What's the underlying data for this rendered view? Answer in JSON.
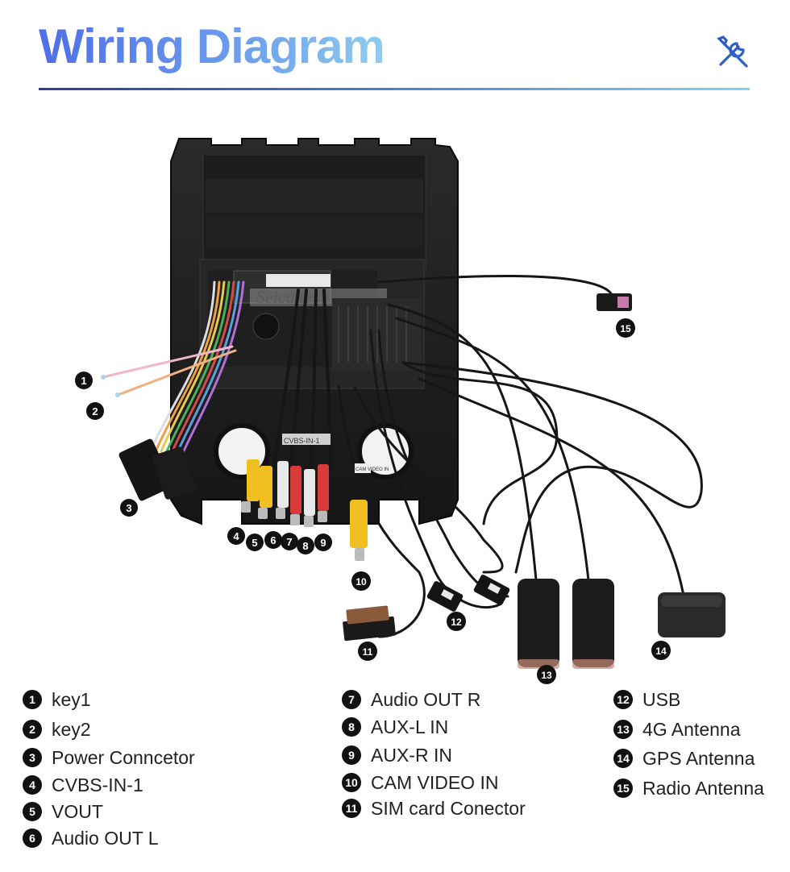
{
  "header": {
    "title": "Wiring Diagram",
    "icon": "tools-icon",
    "accent_colors": [
      "#4f6ee8",
      "#8fcdee",
      "#2f3d94"
    ]
  },
  "diagram": {
    "brand_text": "Seicane",
    "plug_label": "CVBS-IN-1",
    "camera_tag": "CAM VIDEO IN",
    "callouts": [
      "1",
      "2",
      "3",
      "4",
      "5",
      "6",
      "7",
      "8",
      "9",
      "10",
      "11",
      "12",
      "13",
      "14",
      "15"
    ]
  },
  "legend": {
    "col1": [
      {
        "num": "1",
        "label": "key1"
      },
      {
        "num": "2",
        "label": "key2"
      },
      {
        "num": "3",
        "label": "Power Conncetor"
      },
      {
        "num": "4",
        "label": "CVBS-IN-1"
      },
      {
        "num": "5",
        "label": "VOUT"
      },
      {
        "num": "6",
        "label": "Audio OUT L"
      }
    ],
    "col2": [
      {
        "num": "7",
        "label": "Audio OUT R"
      },
      {
        "num": "8",
        "label": "AUX-L IN"
      },
      {
        "num": "9",
        "label": "AUX-R IN"
      },
      {
        "num": "10",
        "label": "CAM VIDEO IN"
      },
      {
        "num": "11",
        "label": "SIM card Conector"
      }
    ],
    "col3": [
      {
        "num": "12",
        "label": "USB"
      },
      {
        "num": "13",
        "label": "4G Antenna"
      },
      {
        "num": "14",
        "label": "GPS Antenna"
      },
      {
        "num": "15",
        "label": "Radio Antenna"
      }
    ]
  }
}
